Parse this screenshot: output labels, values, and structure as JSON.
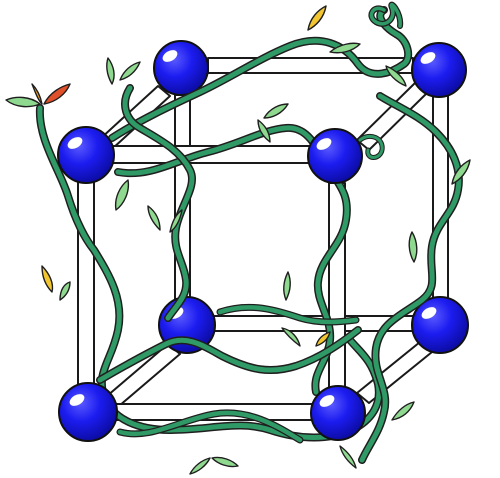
{
  "colors": {
    "atom": "#1c1cf0",
    "atom_dark": "#0a0a9a",
    "atom_highlight": "#ffffff",
    "vine": "#2f9a66",
    "leaf_green": "#8fd88f",
    "leaf_orange": "#f0a020",
    "leaf_red": "#e0502a",
    "leaf_yellow": "#f2c630",
    "rod": "#ffffff"
  },
  "illustration": {
    "atoms": [
      {
        "name": "atom-back-top-left"
      },
      {
        "name": "atom-back-top-right"
      },
      {
        "name": "atom-front-top-left"
      },
      {
        "name": "atom-front-top-right"
      },
      {
        "name": "atom-back-bottom-left"
      },
      {
        "name": "atom-back-bottom-right"
      },
      {
        "name": "atom-front-bottom-left"
      },
      {
        "name": "atom-front-bottom-right"
      }
    ],
    "leaf_count": 22
  }
}
